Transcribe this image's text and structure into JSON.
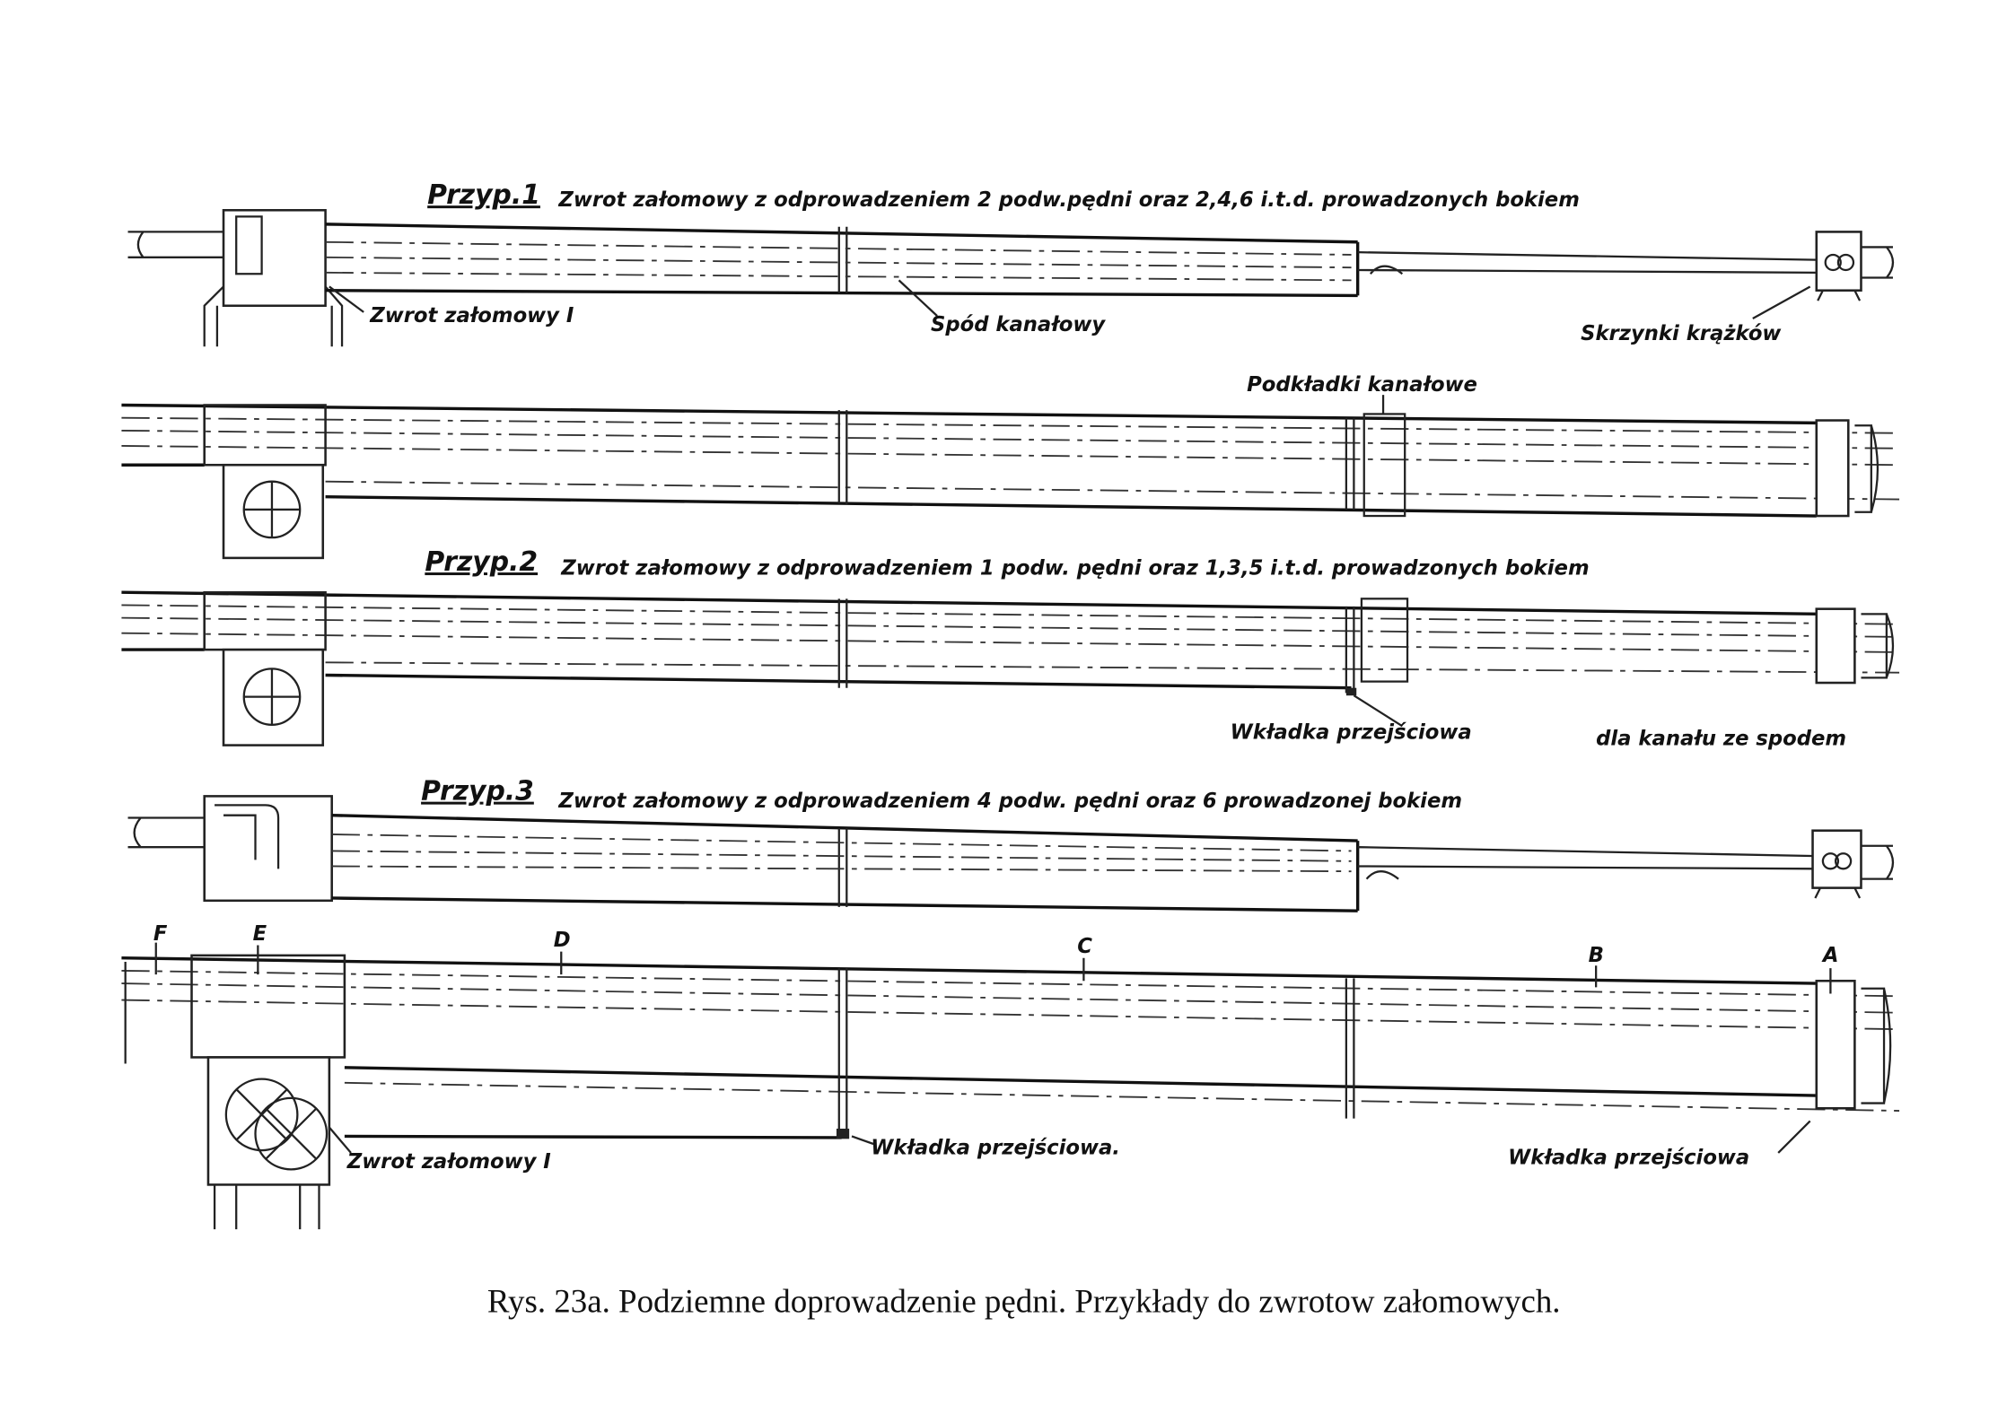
{
  "examples": [
    {
      "title": "Przyp.1",
      "description": "Zwrot załomowy z odprowadzeniem 2 podw.pędni oraz 2,4,6 i.t.d. prowadzonych bokiem"
    },
    {
      "title": "Przyp.2",
      "description": "Zwrot załomowy z odprowadzeniem 1 podw. pędni oraz 1,3,5 i.t.d. prowadzonych bokiem"
    },
    {
      "title": "Przyp.3",
      "description": "Zwrot załomowy z odprowadzeniem 4 podw. pędni oraz 6 prowadzonej bokiem"
    }
  ],
  "labels": {
    "zwrot1": "Zwrot załomowy I",
    "spod": "Spód kanałowy",
    "skrzynki": "Skrzynki krążków",
    "podkladki": "Podkładki kanałowe",
    "wkladka1": "Wkładka przejściowa",
    "dla_kanalu": "dla kanału ze spodem",
    "zwrot2": "Zwrot załomowy I",
    "wkladka2": "Wkładka przejściowa.",
    "wkladka3": "Wkładka przejściowa"
  },
  "points": [
    "F",
    "E",
    "D",
    "C",
    "B",
    "A"
  ],
  "caption": "Rys. 23a. Podziemne doprowadzenie pędni. Przykłady do zwrotow załomowych."
}
